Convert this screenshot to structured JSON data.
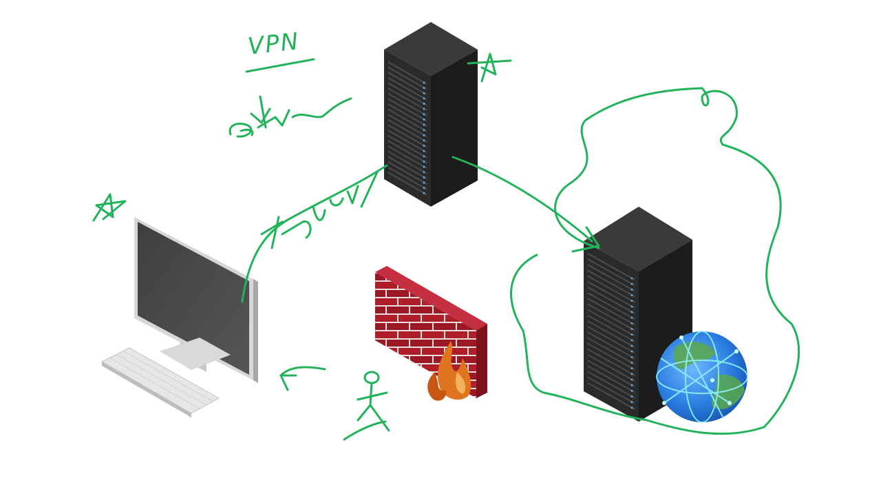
{
  "annotation": {
    "vpn_label": "VPN",
    "ink_color": "#22b35a"
  },
  "devices": [
    {
      "kind": "desktop-computer",
      "icon": "monitor-keyboard-icon"
    },
    {
      "kind": "server-rack",
      "icon": "server-rack-icon"
    },
    {
      "kind": "server-rack",
      "icon": "server-rack-icon"
    },
    {
      "kind": "firewall",
      "icon": "brick-wall-fire-icon"
    },
    {
      "kind": "internet",
      "icon": "globe-icon"
    }
  ],
  "colors": {
    "rack_front": "#2a2a2a",
    "rack_side": "#1c1c1c",
    "rack_top": "#3a3a3a",
    "brick": "#b01e2a",
    "mortar": "#e8e0dc",
    "flame": "#e0751f",
    "globe_ocean": "#2a7de0",
    "globe_land": "#5aa84a"
  }
}
